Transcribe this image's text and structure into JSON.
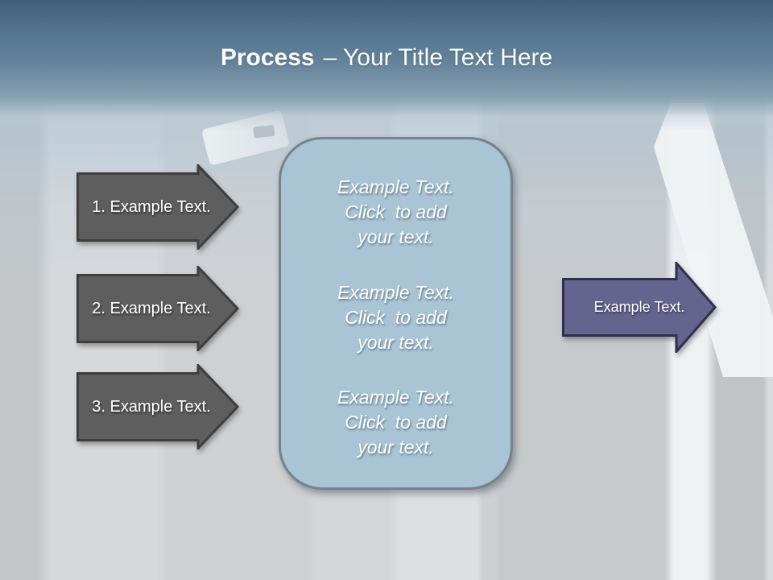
{
  "slide": {
    "title_bold": "Process",
    "title_rest": "– Your Title Text Here"
  },
  "process_steps": [
    {
      "label": "1. Example Text."
    },
    {
      "label": "2. Example Text."
    },
    {
      "label": "3. Example Text."
    }
  ],
  "center_panel": {
    "blocks": [
      {
        "lines": [
          "Example Text.",
          "Click  to add",
          "your text."
        ]
      },
      {
        "lines": [
          "Example Text.",
          "Click  to add",
          "your text."
        ]
      },
      {
        "lines": [
          "Example Text.",
          "Click  to add",
          "your text."
        ]
      }
    ]
  },
  "result_arrow": {
    "label": "Example Text."
  },
  "colors": {
    "header_top": "#3f5e78",
    "step_arrow_fill": "#5e5e5e",
    "step_arrow_border": "#3e3e3e",
    "panel_fill": "#a9c4d4",
    "panel_border": "#75828c",
    "result_arrow_fill": "#65648f",
    "result_arrow_border": "#30304d",
    "text": "#ffffff"
  }
}
